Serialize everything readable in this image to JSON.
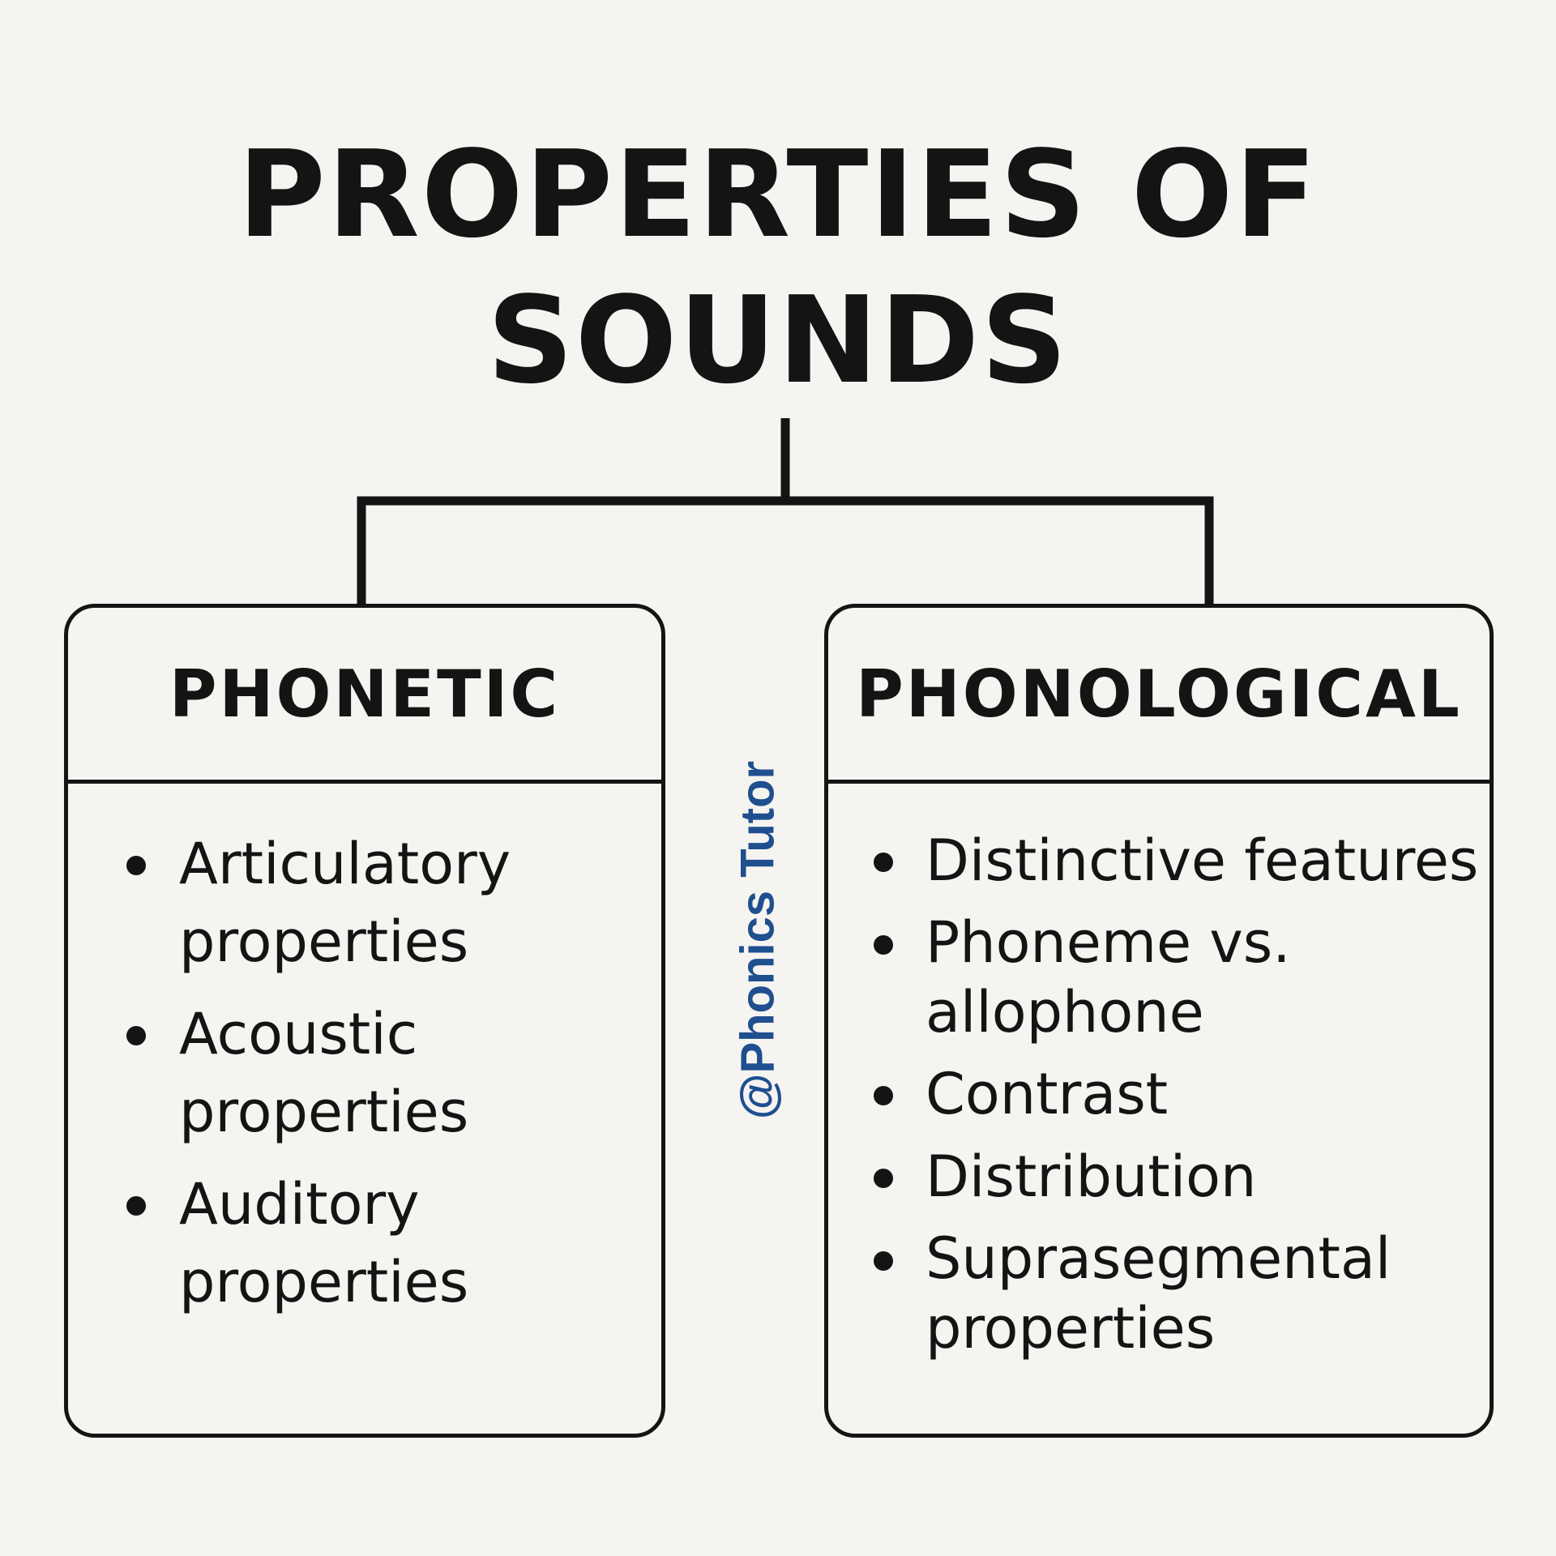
{
  "title": {
    "line1": "PROPERTIES OF",
    "line2": "SOUNDS"
  },
  "branches": [
    {
      "heading": "PHONETIC",
      "items": [
        "Articulatory properties",
        "Acoustic properties",
        "Auditory properties"
      ]
    },
    {
      "heading": "PHONOLOGICAL",
      "items": [
        "Distinctive features",
        "Phoneme vs. allophone",
        "Contrast",
        "Distribution",
        "Suprasegmental properties"
      ]
    }
  ],
  "watermark": "@Phonics Tutor",
  "colors": {
    "background": "#f6f4f1",
    "ink": "#141414",
    "watermark": "#1f4f8e"
  }
}
